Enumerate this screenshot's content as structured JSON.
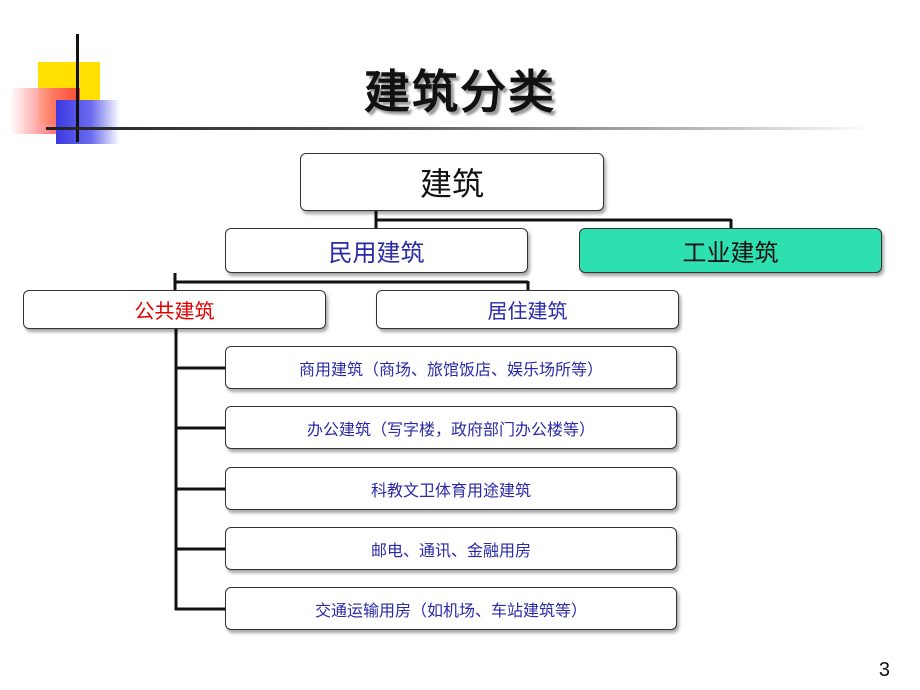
{
  "title": "建筑分类",
  "root": "建筑",
  "level1": {
    "civil": "民用建筑",
    "industrial": "工业建筑"
  },
  "level2": {
    "public": "公共建筑",
    "residential": "居住建筑"
  },
  "public_types": [
    "商用建筑（商场、旅馆饭店、娱乐场所等）",
    "办公建筑（写字楼，政府部门办公楼等）",
    "科教文卫体育用途建筑",
    "邮电、通讯、金融用房",
    "交通运输用房（如机场、车站建筑等）"
  ],
  "page_number": "3",
  "colors": {
    "industrial_fill": "#2ee0b0",
    "public_text": "#e00000",
    "blue_text": "#2a2aa8"
  }
}
